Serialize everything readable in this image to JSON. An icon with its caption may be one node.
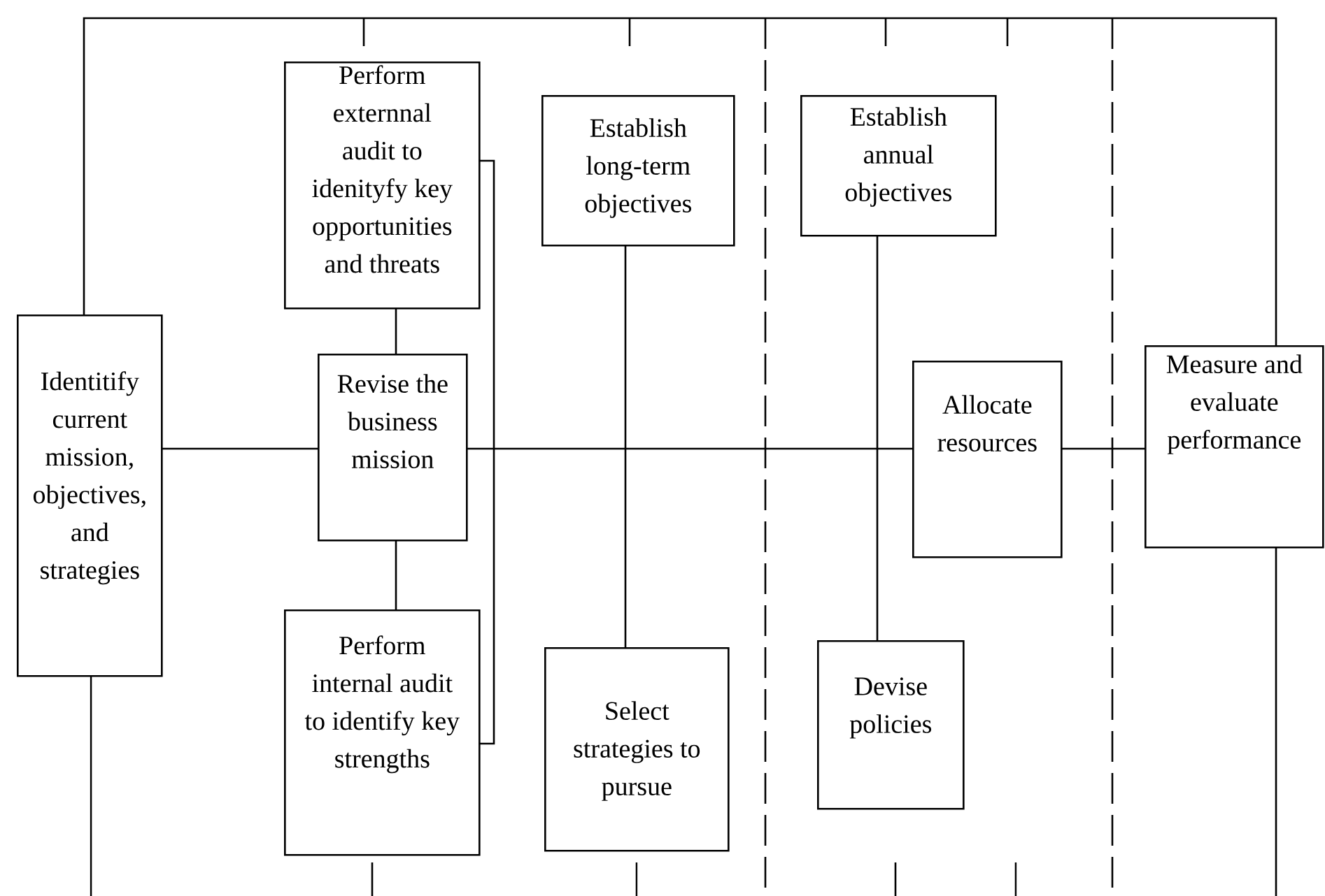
{
  "diagram": {
    "nodes": [
      {
        "text": [
          "Identitify current mission, objectives, and strategies"
        ]
      },
      {
        "text": [
          "Perform externnal audit to idenityfy key opportunities and threats"
        ]
      },
      {
        "text": [
          "Revise the business mission"
        ]
      },
      {
        "text": [
          "Perform internal audit to identify key strengths"
        ]
      },
      {
        "text": [
          "Establish long-term objectives"
        ]
      },
      {
        "text": [
          "Select strategies to pursue"
        ]
      },
      {
        "text": [
          "Establish annual objectives"
        ]
      },
      {
        "text": [
          "Allocate resources"
        ]
      },
      {
        "text": [
          "Devise policies"
        ]
      },
      {
        "text": [
          "Measure and evaluate performance"
        ]
      }
    ],
    "edges": [
      {
        "from": 0,
        "to": 2,
        "arrow": "none"
      },
      {
        "from": 2,
        "to": 7,
        "arrow": "none"
      },
      {
        "from": 7,
        "to": 9,
        "arrow": "none"
      },
      {
        "from": 9,
        "to": 0,
        "arrow": "none"
      },
      {
        "from": 1,
        "to": 2,
        "arrow": "none"
      },
      {
        "from": 2,
        "to": 3,
        "arrow": "none"
      },
      {
        "from": 1,
        "to": 3,
        "arrow": "none"
      },
      {
        "from": 4,
        "to": 5,
        "arrow": "none"
      },
      {
        "from": 6,
        "to": 8,
        "arrow": "none"
      },
      {
        "from": 0,
        "to": null,
        "arrow": "none"
      },
      {
        "from": 9,
        "to": null,
        "arrow": "none"
      }
    ]
  }
}
